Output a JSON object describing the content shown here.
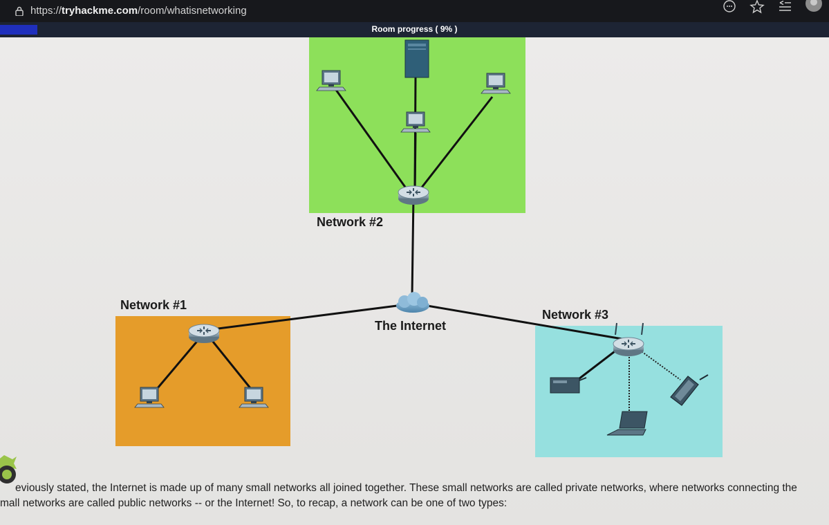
{
  "browser": {
    "url_prefix": "https://",
    "url_domain": "tryhackme.com",
    "url_path": "/room/whatisnetworking",
    "icons": [
      "lock-icon",
      "reader-mode-icon",
      "favorite-star-icon",
      "collections-icon",
      "profile-avatar-icon"
    ]
  },
  "room_progress": {
    "label": "Room progress ( 9% )",
    "percent": 9
  },
  "diagram": {
    "networks": [
      {
        "label": "Network #2",
        "color": "#8de05a"
      },
      {
        "label": "Network #1",
        "color": "#e59c2a"
      },
      {
        "label": "Network #3",
        "color": "#96e0df"
      }
    ],
    "internet_label": "The Internet"
  },
  "article": {
    "line1": "eviously stated, the Internet is made up of many small networks all joined together.  These small networks are called private networks, where networks connecting the",
    "line2": "mall networks are called public networks -- or the Internet! So, to recap, a network can be one of two types:"
  },
  "colors": {
    "browser_bar": "#17181c",
    "progress_fill": "#1f2fbd",
    "router": "#8fa6b5",
    "cloud": "#6fa1c4"
  }
}
